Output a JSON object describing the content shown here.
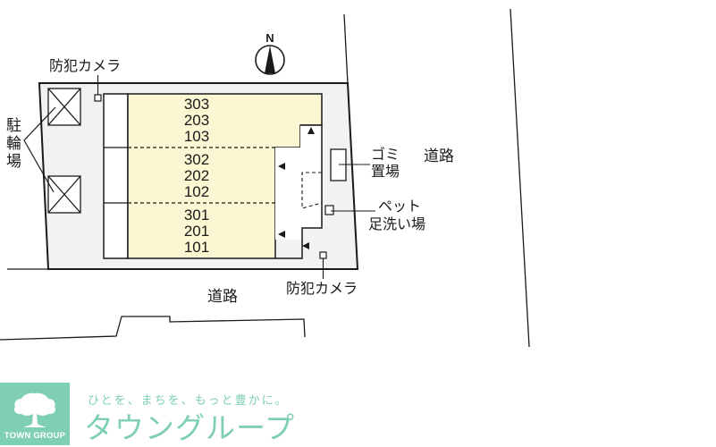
{
  "map": {
    "compass": {
      "label": "N"
    },
    "units": {
      "block_a": [
        "303",
        "203",
        "103"
      ],
      "block_b": [
        "302",
        "202",
        "102"
      ],
      "block_c": [
        "301",
        "201",
        "101"
      ]
    },
    "labels": {
      "camera_top": "防犯カメラ",
      "camera_bottom": "防犯カメラ",
      "bicycle_parking": [
        "駐",
        "輪",
        "場"
      ],
      "garbage": [
        "ゴミ",
        "置場"
      ],
      "pet_wash": [
        "ペット",
        "足洗い場"
      ],
      "road_east": "道路",
      "road_south": "道路"
    },
    "colors": {
      "lot_fill": "#f2f2f2",
      "unit_fill": "#fbf7d2",
      "line": "#1a1a1a"
    }
  },
  "footer": {
    "logo_text": "TOWN GROUP",
    "slogan": "ひとを、まちを、もっと豊かに。",
    "brand_name": "タウングループ",
    "brand_color": "#7fcfb3"
  }
}
